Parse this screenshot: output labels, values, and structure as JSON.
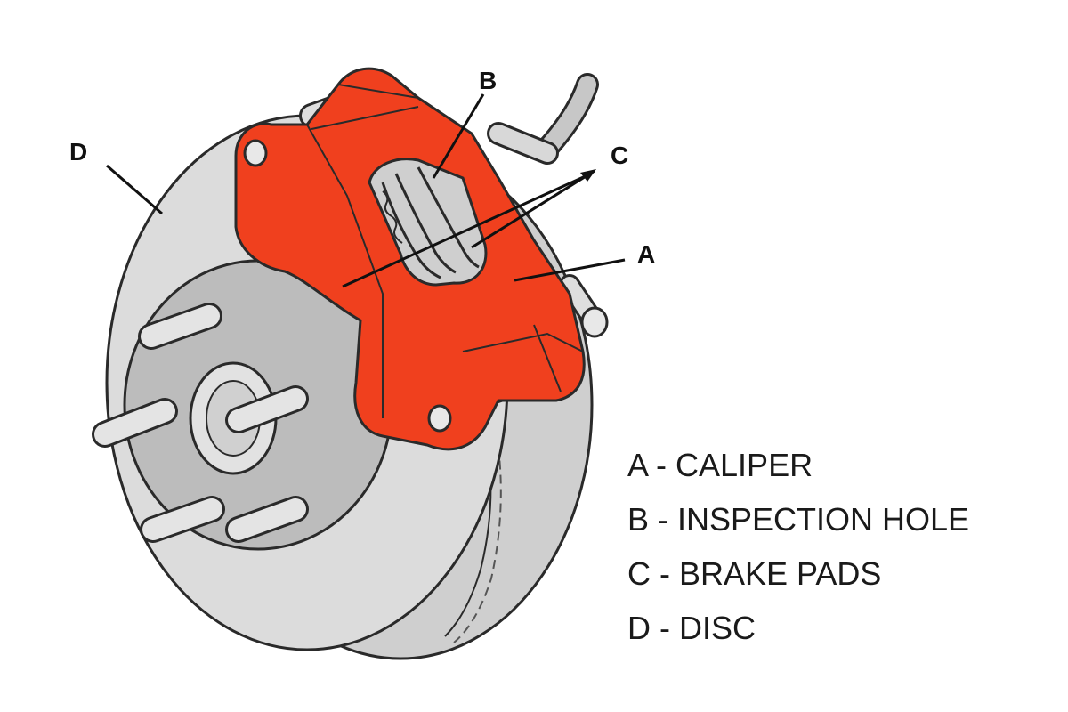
{
  "callouts": {
    "a": "A",
    "b": "B",
    "c": "C",
    "d": "D"
  },
  "legend": {
    "items": [
      "A - CALIPER",
      "B - INSPECTION HOLE",
      "C - BRAKE PADS",
      "D - DISC"
    ]
  },
  "colors": {
    "caliper": "#f0401e",
    "disc": "#dcdcdc",
    "hub": "#bcbcbc",
    "stud": "#e4e4e4",
    "outline": "#2a2a2a"
  }
}
